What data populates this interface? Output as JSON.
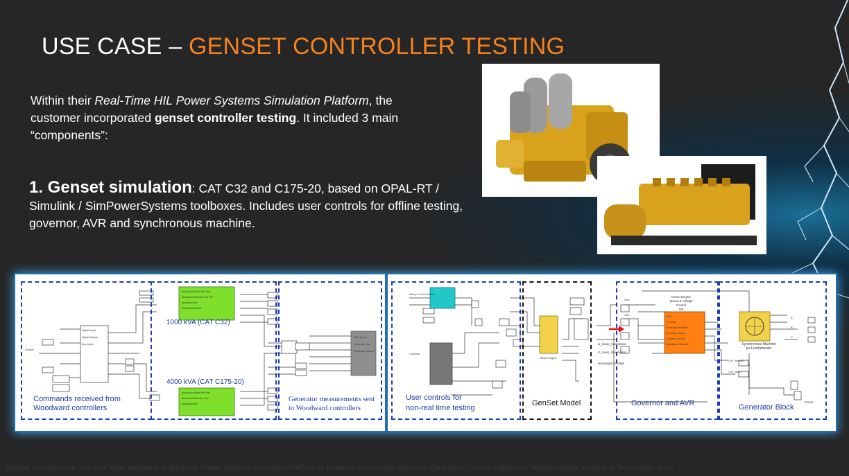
{
  "title": {
    "prefix": "USE CASE – ",
    "accent": "GENSET CONTROLLER TESTING"
  },
  "intro": {
    "t1": "Within their ",
    "t2": "Real-Time HIL Power Systems Simulation Platform",
    "t3": ", the customer incorporated ",
    "t4": "genset controller testing",
    "t5": ". It included 3 main “components”:"
  },
  "genset": {
    "heading": "1. Genset simulation",
    "body": ": CAT C32 and C175-20, based on OPAL-RT / Simulink / SimPowerSystems toolboxes. Includes user controls for offline testing, governor, AVR and synchronous machine."
  },
  "diagram": {
    "left": {
      "commands_caption_1": "Commands received from",
      "commands_caption_2": "Woodward controllers",
      "kva_1000": "1000 kVA (CAT C32)",
      "kva_4000": "4000 kVA (CAT C175-20)",
      "gen_caption_1": "Generator measurements sent",
      "gen_caption_2": "to Woodward controllers"
    },
    "right": {
      "user_caption_1": "User controls for",
      "user_caption_2": "non-real time testing",
      "genset_model": "GenSet Model",
      "governor_avr": "Governor and AVR",
      "generator_block": "Generator Block",
      "engine_label_1": "Diesel Engine",
      "engine_label_2": "Speed & Voltage",
      "engine_label_3": "Control",
      "engine_label_4": "Std",
      "sync_label_1": "Synchronous Machine",
      "sync_label_2": "pu Fundamental",
      "wire_1": "w_meas_Woodward",
      "wire_2": "V_meas_Woodward",
      "wire_3": "Woodward_Enable",
      "wire_4": "Power"
    }
  },
  "source": {
    "prefix": "Source: ",
    "italic": "Development of a Real-Time Hardware-in-the-Loop Power Systems Simulation Platform to Evaluate Commercial Microgrid Controllers",
    "suffix": ", Lincoln Laboratory Massachusetts Institute of Technology, 2016"
  },
  "colors": {
    "accent": "#f5821f",
    "diagram_frame": "#1f6fb5",
    "dashed": "#1a3ab8",
    "block_green": "#7ee02a",
    "block_orange": "#ff7f10",
    "block_teal": "#22c7c7",
    "block_yellow": "#f3d24b"
  },
  "icons": {
    "background_decoration": "lightning-icon"
  }
}
